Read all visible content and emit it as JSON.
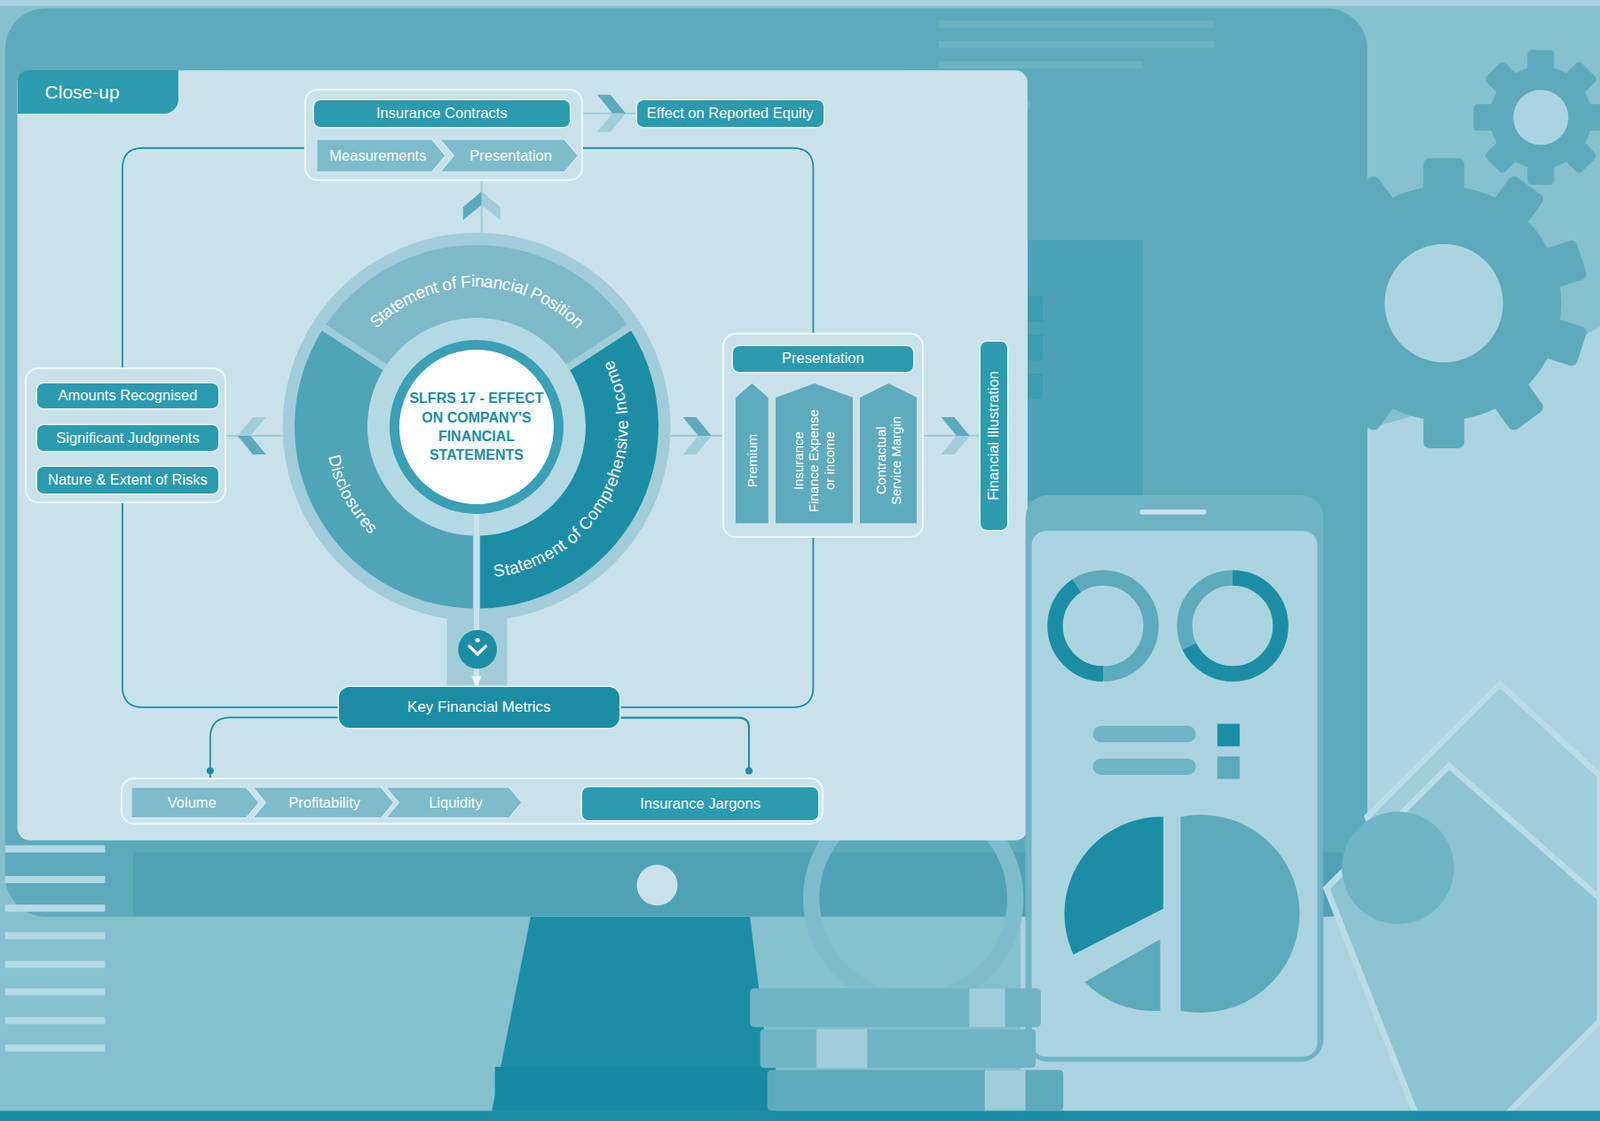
{
  "diagram": {
    "nodes": [
      {
        "text": [
          "Close-up"
        ]
      },
      {
        "text": [
          "Insurance Contracts"
        ]
      },
      {
        "text": [
          "Measurements"
        ],
        "in": 1
      },
      {
        "text": [
          "Presentation"
        ],
        "in": 1
      },
      {
        "text": [
          "Effect on Reported Equity"
        ]
      },
      {
        "text": [
          "Statement of Financial Position"
        ]
      },
      {
        "text": []
      },
      {
        "text": [
          "Amounts Recognised"
        ],
        "in": 6
      },
      {
        "text": [
          "Significant Judgments"
        ],
        "in": 6
      },
      {
        "text": [
          "Nature & Extent of Risks"
        ],
        "in": 6
      },
      {
        "text": [
          "Disclosures"
        ]
      },
      {
        "text": [
          "SLFRS 17 - EFFECT ON COMPANY'S FINANCIAL STATEMENTS"
        ]
      },
      {
        "text": [
          "Statement of Comprehensive Income"
        ]
      },
      {
        "text": [
          "Presentation"
        ]
      },
      {
        "text": [
          "Premium"
        ],
        "in": 13
      },
      {
        "text": [
          "Insurance Finance Expense or income"
        ],
        "in": 13
      },
      {
        "text": [
          "Contractual Service Margin"
        ],
        "in": 13
      },
      {
        "text": [
          "Financial Illustration"
        ]
      },
      {
        "text": [
          "Key Financial Metrics"
        ]
      },
      {
        "text": []
      },
      {
        "text": [
          "Volume"
        ],
        "in": 19
      },
      {
        "text": [
          "Profitability"
        ],
        "in": 19
      },
      {
        "text": [
          "Liquidity"
        ],
        "in": 19
      },
      {
        "text": [
          "Insurance Jargons"
        ],
        "in": 19
      }
    ],
    "edges": [
      {
        "from": 1,
        "to": 4,
        "arrow": "to"
      },
      {
        "from": 5,
        "to": 1,
        "arrow": "to"
      },
      {
        "from": 10,
        "to": 6,
        "arrow": "to"
      },
      {
        "from": 12,
        "to": 13,
        "arrow": "to"
      },
      {
        "from": 13,
        "to": 17,
        "arrow": "to"
      },
      {
        "from": 11,
        "to": 18,
        "arrow": "to"
      },
      {
        "from": 1,
        "to": 6,
        "arrow": "none"
      },
      {
        "from": 6,
        "to": 18,
        "arrow": "none"
      },
      {
        "from": 18,
        "to": 13,
        "arrow": "none"
      },
      {
        "from": 13,
        "to": 1,
        "arrow": "none"
      },
      {
        "from": 18,
        "to": 19,
        "arrow": "none"
      },
      {
        "from": 22,
        "to": 23,
        "arrow": "to"
      }
    ]
  }
}
